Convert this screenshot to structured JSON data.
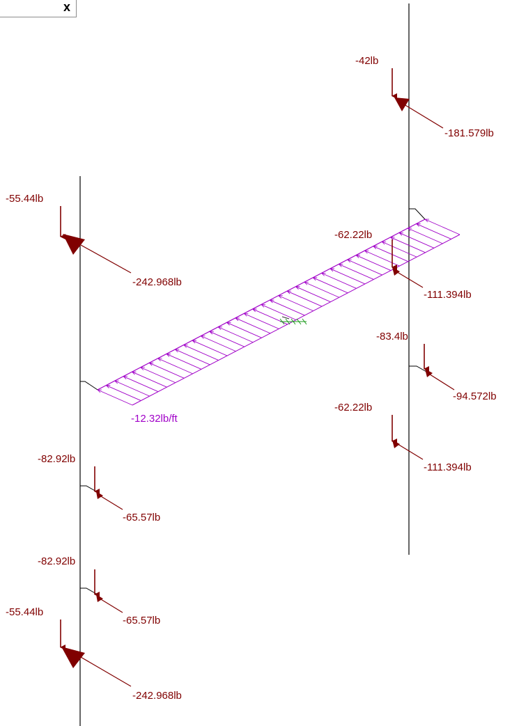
{
  "axis": {
    "label": "x"
  },
  "colors": {
    "load": "#800000",
    "distributed": "#a000c8",
    "member": "#000000",
    "local_axis": "#1a9a1a"
  },
  "distributed_load": {
    "label": "-12.32lb/ft"
  },
  "loads": [
    {
      "id": "right-top",
      "vertical": "-42lb",
      "axial": "-181.579lb"
    },
    {
      "id": "left-upper",
      "vertical": "-55.44lb",
      "axial": "-242.968lb"
    },
    {
      "id": "right-upper-mid",
      "vertical": "-62.22lb",
      "axial": "-111.394lb"
    },
    {
      "id": "right-mid",
      "vertical": "-83.4lb",
      "axial": "-94.572lb"
    },
    {
      "id": "right-lower-mid",
      "vertical": "-62.22lb",
      "axial": "-111.394lb"
    },
    {
      "id": "left-mid-1",
      "vertical": "-82.92lb",
      "axial": "-65.57lb"
    },
    {
      "id": "left-mid-2",
      "vertical": "-82.92lb",
      "axial": "-65.57lb"
    },
    {
      "id": "left-lower",
      "vertical": "-55.44lb",
      "axial": "-242.968lb"
    }
  ]
}
